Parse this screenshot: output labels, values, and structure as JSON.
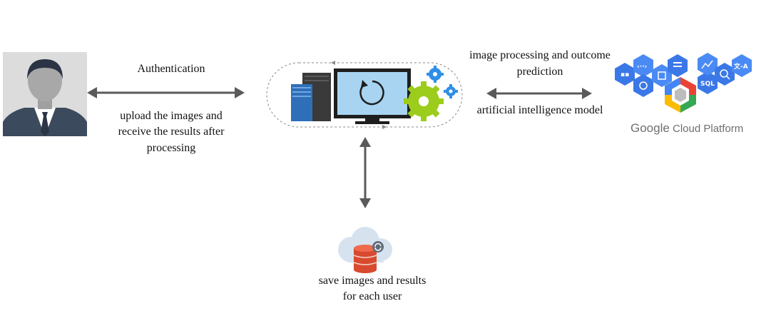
{
  "labels": {
    "authentication": "Authentication",
    "upload_line1": "upload the images and",
    "upload_line2": "receive the results after",
    "upload_line3": "processing",
    "processing_line1": "image processing and outcome",
    "processing_line2": "prediction",
    "ai_model": "artificial intelligence model",
    "save_line1": "save images and results",
    "save_line2": "for each user"
  },
  "gcp": {
    "brand_first": "Google",
    "brand_rest": "Cloud Platform",
    "sql_label": "SQL",
    "translate_label": "文-A"
  },
  "colors": {
    "arrow": "#5a5a5a",
    "gcp_blue": "#3b78e7",
    "gcp_light_blue": "#4a8af4",
    "gear_green": "#9ccc1c",
    "gear_blue": "#2f8fe8",
    "monitor_screen": "#a8d4f2",
    "server_blue": "#2f6fb8",
    "server_dark": "#3a3a3a",
    "db_red": "#d84a2f",
    "cloud": "#d6e3ef"
  },
  "icons": [
    "user-avatar-icon",
    "computer-server-icon",
    "gear-icon",
    "cloud-database-icon",
    "google-cloud-platform-logo"
  ]
}
